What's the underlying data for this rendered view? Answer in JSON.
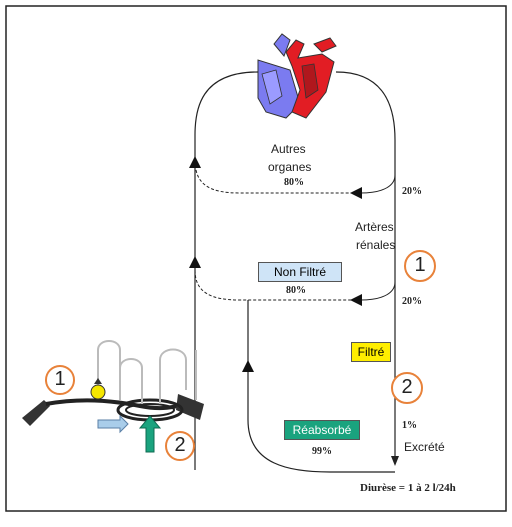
{
  "labels": {
    "autres_organes_1": "Autres",
    "autres_organes_2": "organes",
    "arteres_1": "Artères",
    "arteres_2": "rénales",
    "excrete": "Excrété",
    "diurese": "Diurèse = 1 à 2 l/24h"
  },
  "percentages": {
    "autres_80": "80%",
    "top_20": "20%",
    "non_filtre_80": "80%",
    "mid_20": "20%",
    "reabsorbe_99": "99%",
    "excrete_1": "1%"
  },
  "boxes": {
    "non_filtre": "Non Filtré",
    "filtre": "Filtré",
    "reabsorbe": "Réabsorbé"
  },
  "markers": {
    "one": "1",
    "two": "2"
  },
  "colors": {
    "non_filtre_bg": "#cfe4f7",
    "filtre_bg": "#ffee00",
    "reabsorbe_bg": "#1aa37e",
    "marker_ring": "#e8823a",
    "heart_red": "#e21d24",
    "heart_blue": "#7b7bf0"
  }
}
